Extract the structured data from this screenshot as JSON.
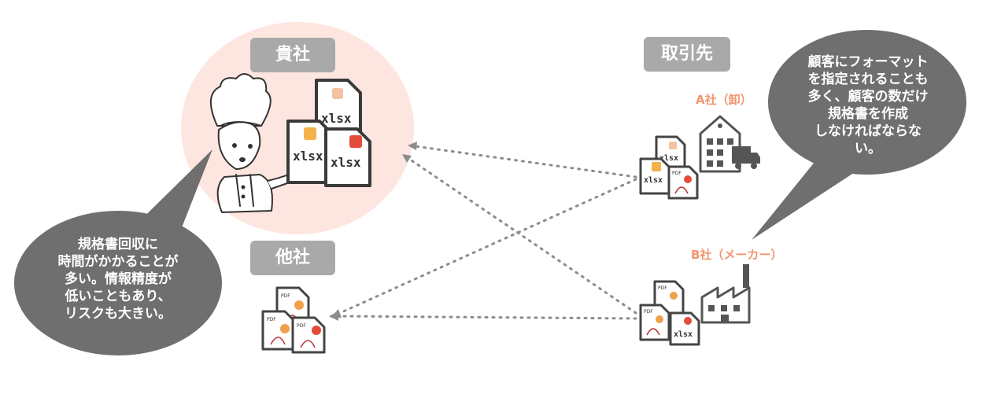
{
  "labels": {
    "own_company": "貴社",
    "partners": "取引先",
    "other_company": "他社",
    "company_a": "A社（卸）",
    "company_b": "B社（メーカー）"
  },
  "bubbles": {
    "left": "規格書回収に\n時間がかかることが\n多い。情報精度が\n低いこともあり、\nリスクも大きい。",
    "right": "顧客にフォーマット\nを指定されることも\n多く、顧客の数だけ\n規格書を作成\nしなければならな\nい。"
  },
  "file_labels": {
    "xlsx": "xlsx",
    "pdf": "PDF"
  },
  "colors": {
    "highlight_circle": "#fde6df",
    "pill_gray": "#a9a9a9",
    "bubble_gray": "#6f6f6f",
    "accent_orange": "#f2956e",
    "dotted_line": "#8c8c8c"
  }
}
